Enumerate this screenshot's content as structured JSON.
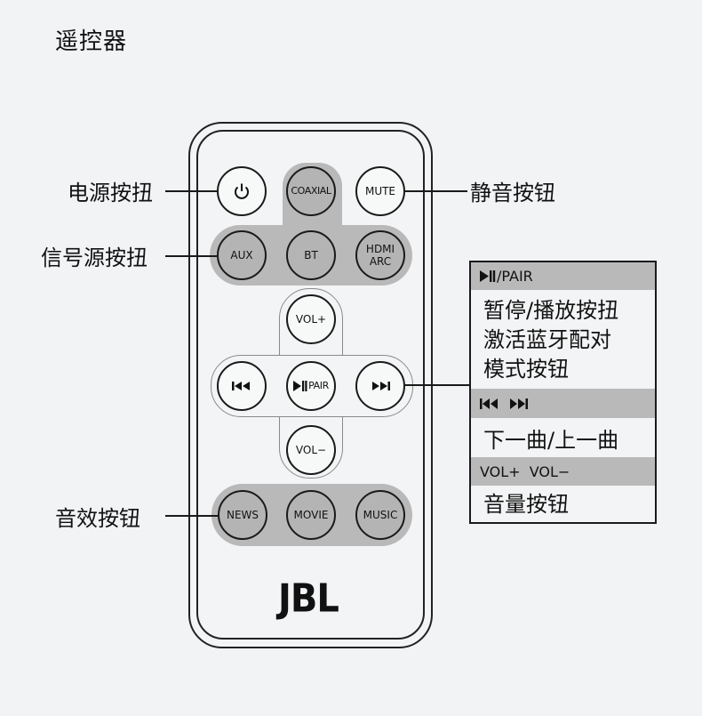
{
  "title": "遥控器",
  "buttons": {
    "power": "",
    "coaxial": "COAXIAL",
    "mute": "MUTE",
    "aux": "AUX",
    "bt": "BT",
    "hdmi_arc": "HDMI\nARC",
    "vol_up": "VOL+",
    "prev": "",
    "play_pair": "PAIR",
    "next": "",
    "vol_down": "VOL−",
    "news": "NEWS",
    "movie": "MOVIE",
    "music": "MUSIC"
  },
  "icons": {
    "power": "power-icon",
    "prev": "skip-back-icon",
    "next": "skip-forward-icon",
    "play_pause": "play-pause-icon"
  },
  "callouts": {
    "power": "电源按扭",
    "source": "信号源按扭",
    "mute": "静音按钮",
    "effect": "音效按钮"
  },
  "legend": {
    "play_header": "PAIR",
    "play_desc": [
      "暂停/播放按扭",
      "激活蓝牙配对",
      "模式按钮"
    ],
    "skip_desc": "下一曲/上一曲",
    "vol_header": "VOL+  VOL−",
    "vol_desc": "音量按钮"
  },
  "logo": "JBL",
  "colors": {
    "background": "#f1f3f5",
    "button_group": "#b9b9b9",
    "outline": "#1a1a1a"
  }
}
